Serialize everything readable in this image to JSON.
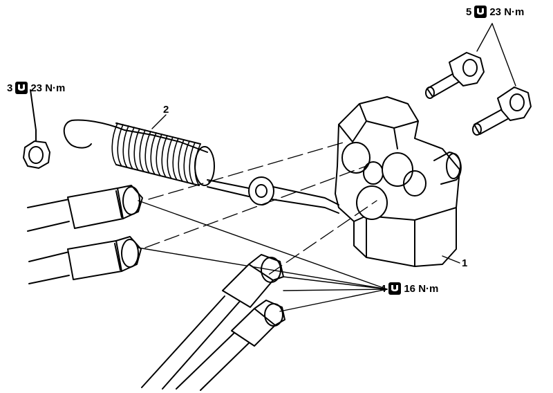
{
  "callouts": {
    "c5": {
      "part": "5",
      "torque": "23 N·m"
    },
    "c3": {
      "part": "3",
      "torque": "23 N·m"
    },
    "c4": {
      "part": "4",
      "torque": "16 N·m"
    }
  },
  "labels": {
    "part1": "1",
    "part2": "2"
  },
  "icons": {
    "torque": "torque-wrench-icon"
  }
}
